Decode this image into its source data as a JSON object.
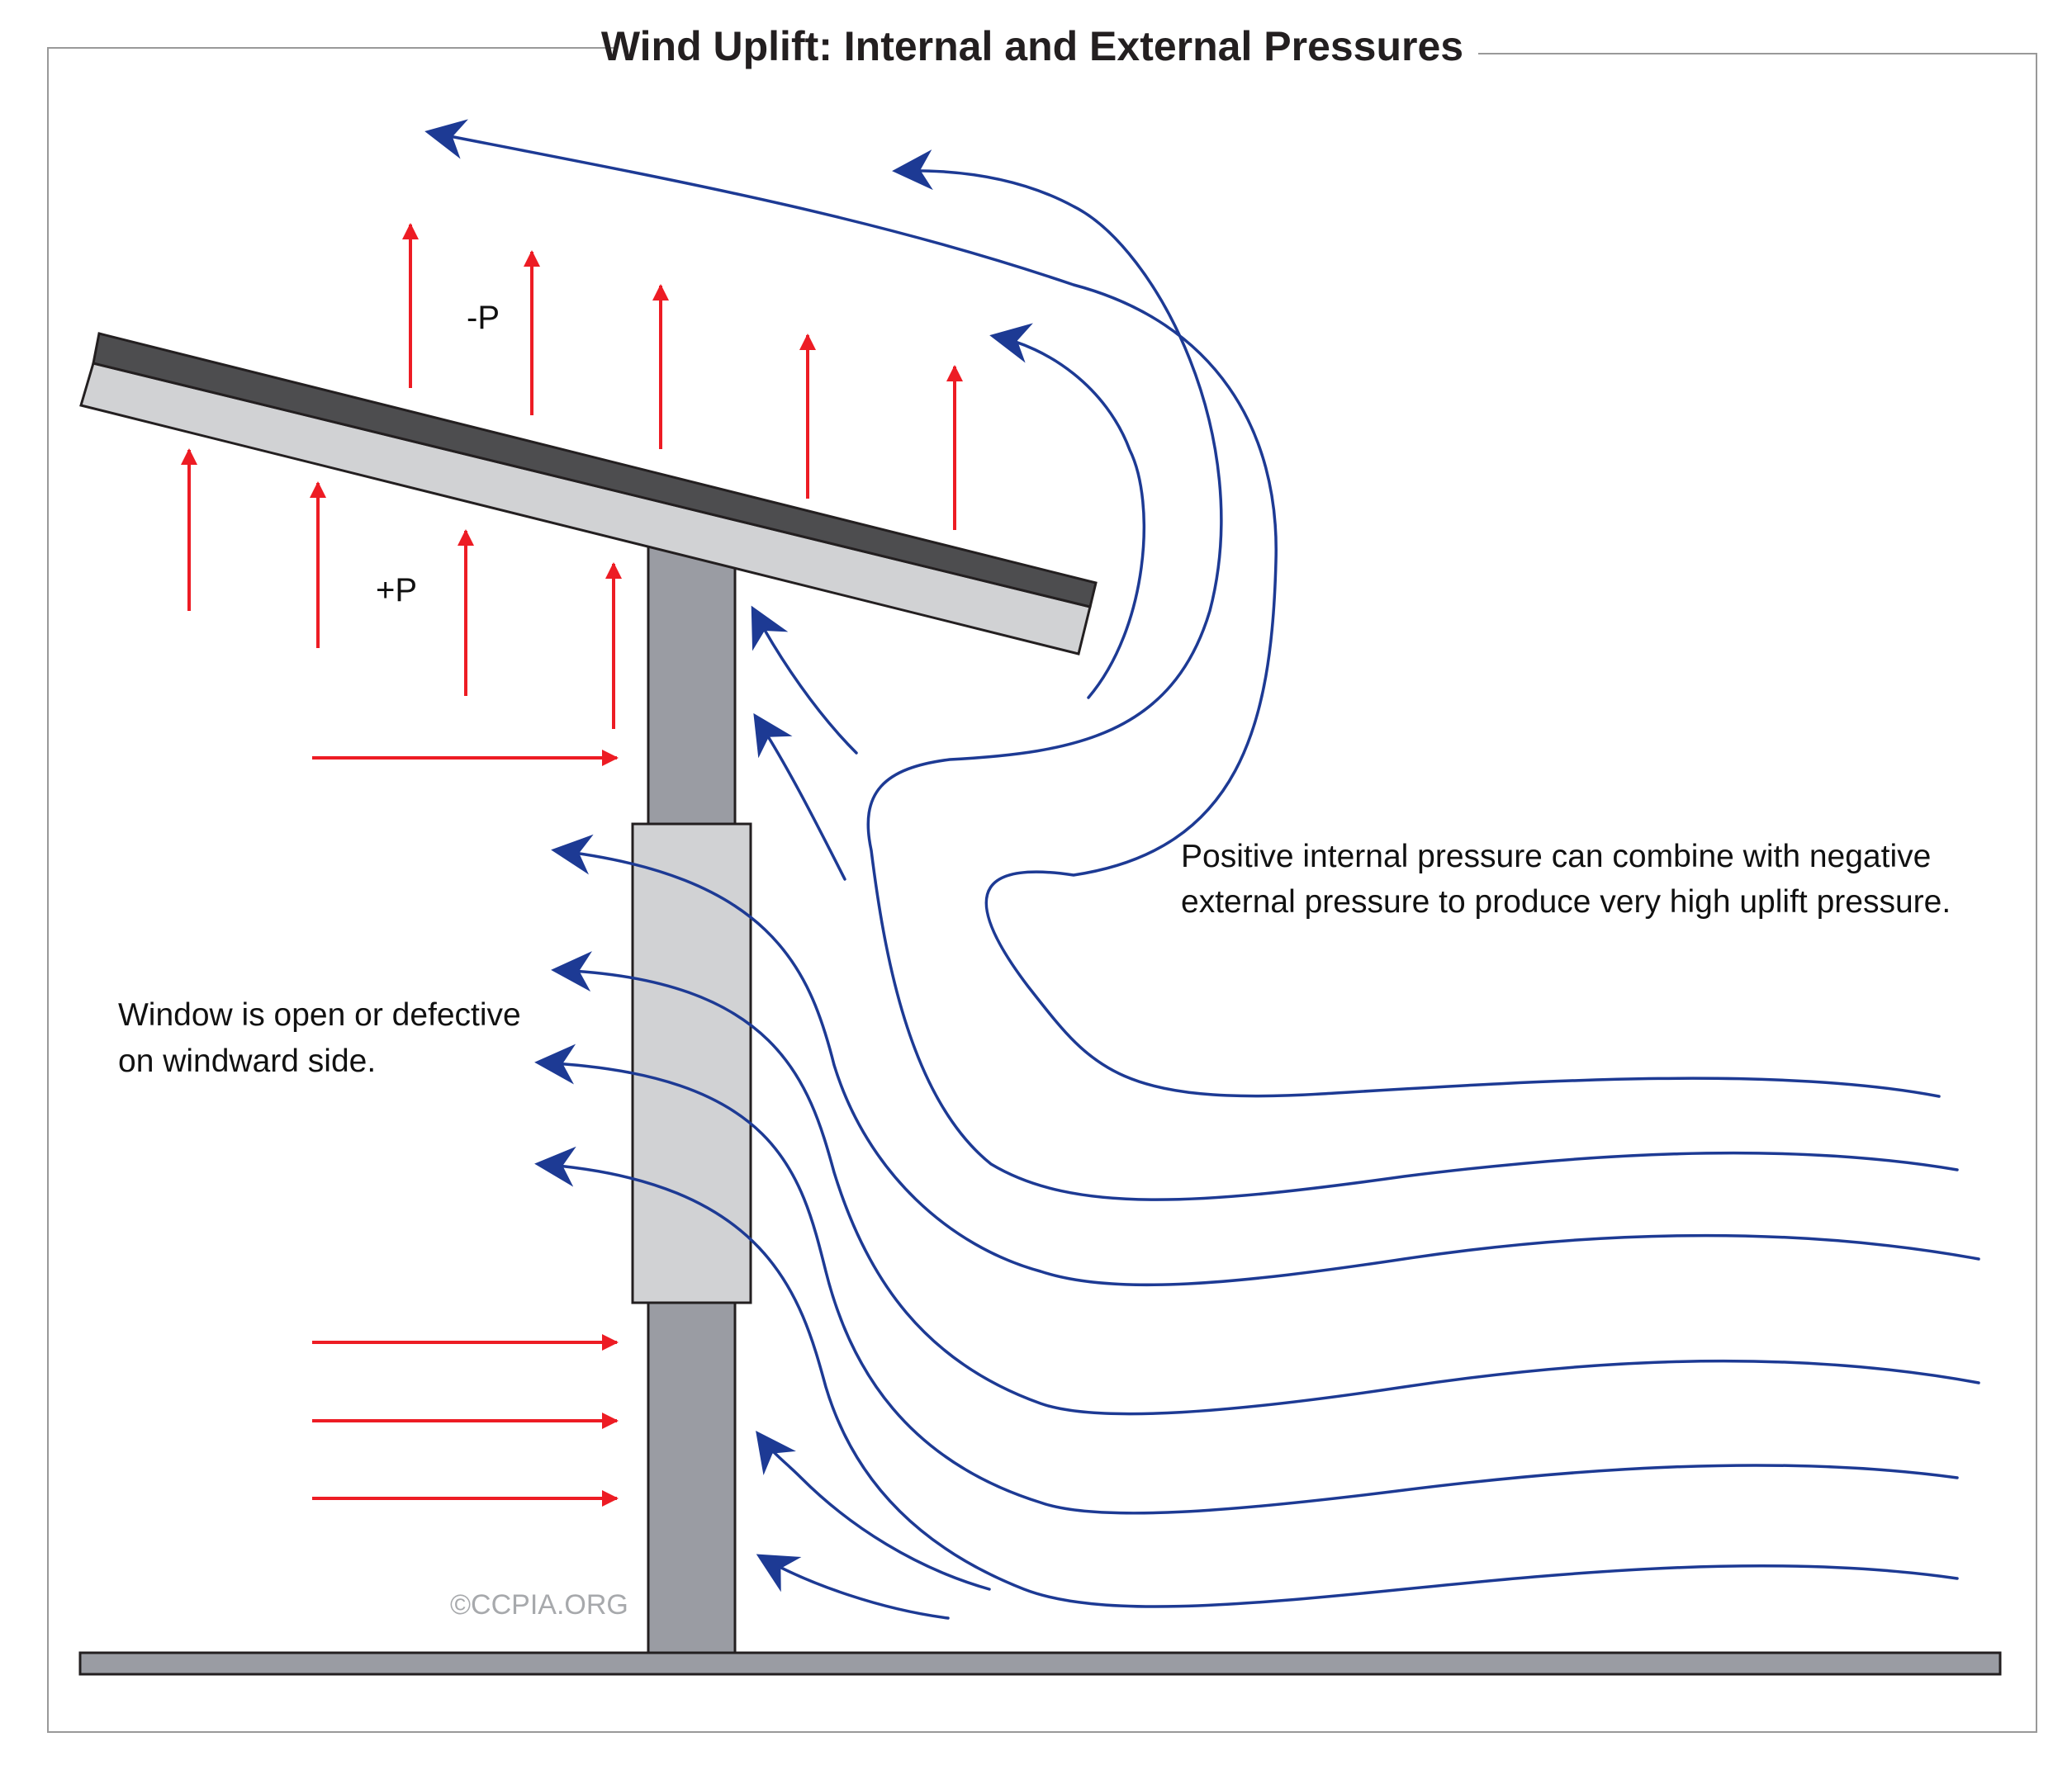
{
  "title": "Wind Uplift: Internal and External Pressures",
  "labels": {
    "negative_pressure": "-P",
    "positive_pressure": "+P"
  },
  "notes": {
    "uplift_line1": "Positive internal pressure can combine with negative",
    "uplift_line2": "external pressure to produce very high uplift pressure.",
    "window_line1": "Window is open or defective",
    "window_line2": "on windward side."
  },
  "credit": "©CCPIA.ORG",
  "colors": {
    "pressure_arrow": "#ed1c24",
    "airflow": "#1d3a94",
    "roof_top": "#4d4d4f",
    "roof_panel": "#d1d2d4",
    "post": "#9a9ca3",
    "window": "#d1d2d4",
    "ground": "#9a9ca3",
    "border": "#999999"
  }
}
